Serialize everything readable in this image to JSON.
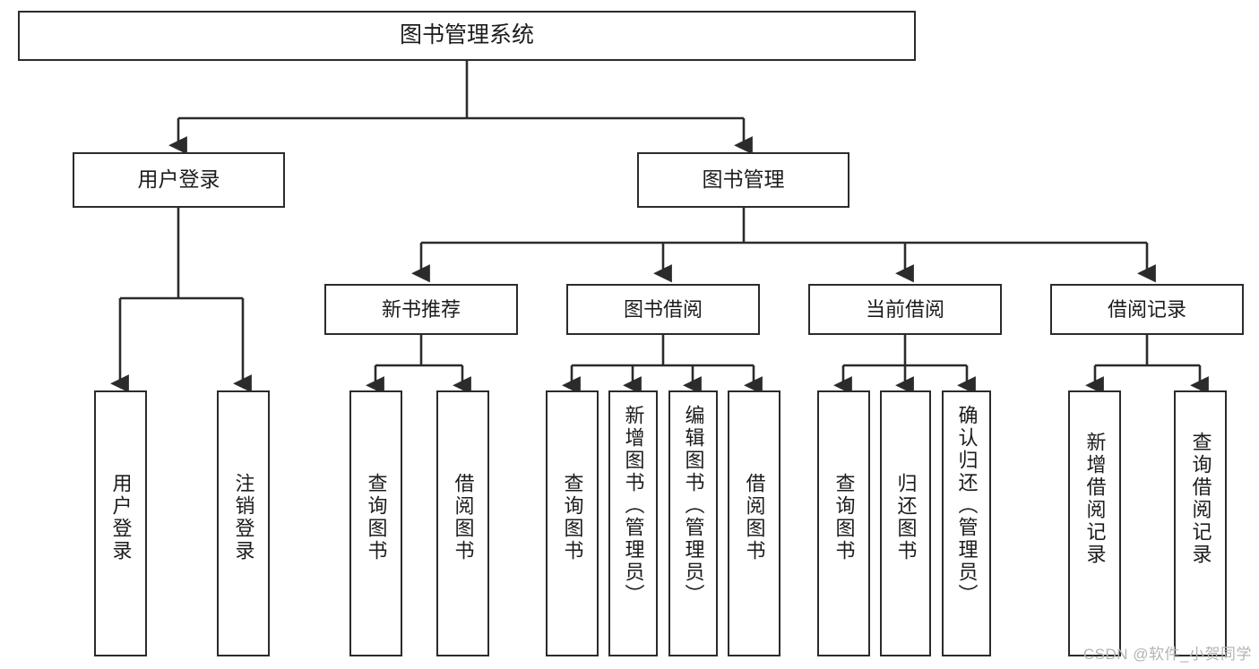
{
  "diagram": {
    "title": "图书管理系统",
    "type": "tree",
    "watermark": "CSDN @软件_小贺同学",
    "colors": {
      "stroke": "#2b2b2b",
      "fill": "#ffffff",
      "text": "#1c1c1c",
      "watermark": "#b4b4b4"
    },
    "root": {
      "label": "图书管理系统"
    },
    "level1": [
      {
        "label": "用户登录"
      },
      {
        "label": "图书管理"
      }
    ],
    "level2": [
      {
        "label": "新书推荐"
      },
      {
        "label": "图书借阅"
      },
      {
        "label": "当前借阅"
      },
      {
        "label": "借阅记录"
      }
    ],
    "leaves": {
      "user_login": [
        {
          "label": "用户登录"
        },
        {
          "label": "注销登录"
        }
      ],
      "new_book_recommend": [
        {
          "label": "查询图书"
        },
        {
          "label": "借阅图书"
        }
      ],
      "book_borrow": [
        {
          "label": "查询图书"
        },
        {
          "label": "新增图书（管理员）"
        },
        {
          "label": "编辑图书（管理员）"
        },
        {
          "label": "借阅图书"
        }
      ],
      "current_borrow": [
        {
          "label": "查询图书"
        },
        {
          "label": "归还图书"
        },
        {
          "label": "确认归还（管理员）"
        }
      ],
      "borrow_record": [
        {
          "label": "新增借阅记录"
        },
        {
          "label": "查询借阅记录"
        }
      ]
    }
  }
}
